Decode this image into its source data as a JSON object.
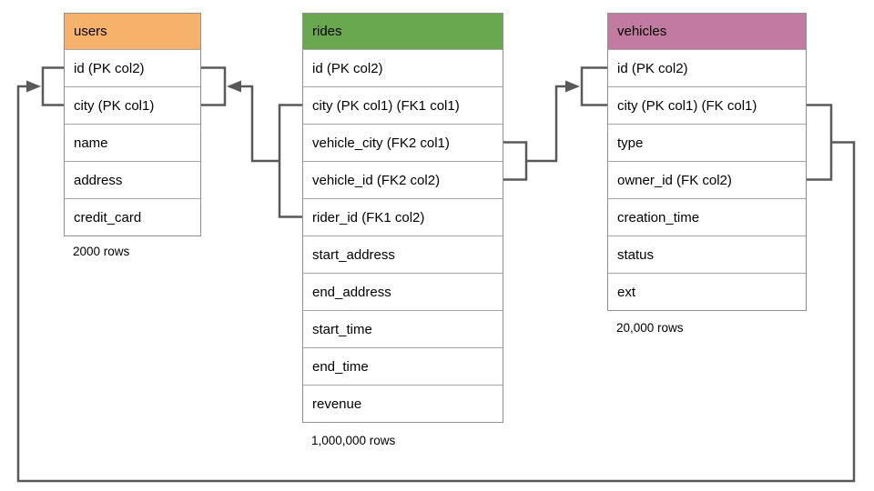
{
  "diagram": {
    "tables": [
      {
        "name": "users",
        "header_color": "#F6B26B",
        "columns": [
          "id (PK col2)",
          "city (PK col1)",
          "name",
          "address",
          "credit_card"
        ],
        "row_count_label": "2000 rows"
      },
      {
        "name": "rides",
        "header_color": "#6AA84F",
        "columns": [
          "id (PK col2)",
          "city (PK col1) (FK1 col1)",
          "vehicle_city (FK2 col1)",
          "vehicle_id (FK2 col2)",
          "rider_id (FK1 col2)",
          "start_address",
          "end_address",
          "start_time",
          "end_time",
          "revenue"
        ],
        "row_count_label": "1,000,000 rows"
      },
      {
        "name": "vehicles",
        "header_color": "#C27BA0",
        "columns": [
          "id (PK col2)",
          "city (PK col1) (FK col1)",
          "type",
          "owner_id (FK col2)",
          "creation_time",
          "status",
          "ext"
        ],
        "row_count_label": "20,000 rows"
      }
    ],
    "relationships": [
      {
        "from": "rides.city + rides.rider_id (FK1)",
        "to": "users.id + users.city (PK)"
      },
      {
        "from": "rides.vehicle_city + rides.vehicle_id (FK2)",
        "to": "vehicles.id + vehicles.city (PK)"
      },
      {
        "from": "vehicles.city + vehicles.owner_id (FK)",
        "to": "users.id + users.city (PK)"
      }
    ],
    "colors": {
      "connector": "#595959",
      "table_border": "#8f8f8f",
      "row_divider": "#a6a6a6",
      "text": "#000000",
      "users_header": "#F6B26B",
      "rides_header": "#6AA84F",
      "vehicles_header": "#C27BA0"
    }
  }
}
